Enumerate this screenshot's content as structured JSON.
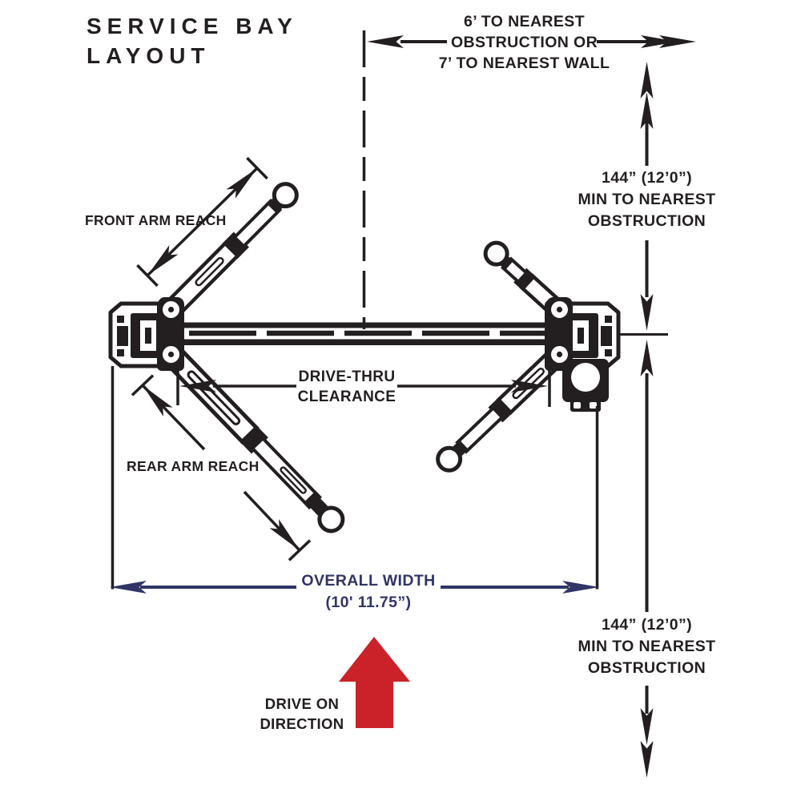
{
  "title": "SERVICE BAY\nLAYOUT",
  "colors": {
    "ink": "#231f20",
    "navy": "#303565",
    "red": "#cb2229"
  },
  "dimensions": {
    "top_clearance": "6’ TO NEAREST\nOBSTRUCTION OR\n7’ TO NEAREST WALL",
    "right_top": "144” (12’0”)\nMIN TO NEAREST\nOBSTRUCTION",
    "right_bottom": "144” (12’0”)\nMIN TO NEAREST\nOBSTRUCTION",
    "overall_width": "OVERALL WIDTH\n(10'  11.75”)",
    "drive_thru": "DRIVE-THRU\nCLEARANCE",
    "front_arm_reach": "FRONT ARM REACH",
    "rear_arm_reach": "REAR ARM REACH"
  },
  "annotations": {
    "drive_on_direction": "DRIVE ON\nDIRECTION"
  }
}
